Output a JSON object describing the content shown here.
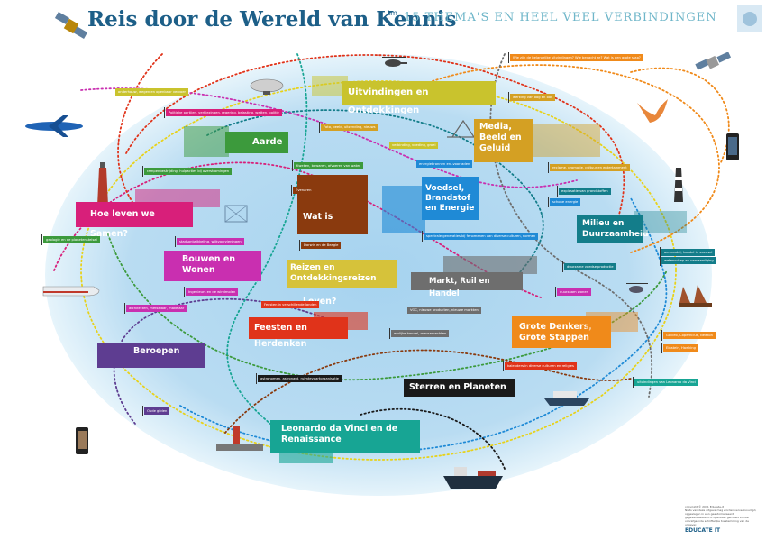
{
  "header": {
    "title": "Reis door de Wereld van Kennis",
    "trademark": "tm",
    "subtitle": "15 THEMA'S EN HEEL VEEL VERBINDINGEN"
  },
  "themes": [
    {
      "label": "Uitvindingen en Ontdekkingen",
      "color": "#c9c32d"
    },
    {
      "label": "Media, Beeld en Geluid",
      "color": "#d4a023"
    },
    {
      "label": "Aarde",
      "color": "#3c9a3c"
    },
    {
      "label": "Hoe leven we Samen?",
      "color": "#d81f7a"
    },
    {
      "label": "Wat is Leven?",
      "color": "#8a3a0e"
    },
    {
      "label": "Voedsel, Brandstof en Energie",
      "color": "#1f8ad6"
    },
    {
      "label": "Milieu en Duurzaamheid",
      "color": "#137d8a"
    },
    {
      "label": "Bouwen en Wonen",
      "color": "#c92fb0"
    },
    {
      "label": "Reizen en Ontdekkingsreizen",
      "color": "#d6c23a"
    },
    {
      "label": "Markt, Ruil en Handel",
      "color": "#6e6e6e"
    },
    {
      "label": "Feesten en Herdenken",
      "color": "#e0331a"
    },
    {
      "label": "Grote Denkers, Grote Stappen",
      "color": "#f08a1a"
    },
    {
      "label": "Beroepen",
      "color": "#5e3d91"
    },
    {
      "label": "Sterren en Planeten",
      "color": "#1a1a1a"
    },
    {
      "label": "Leonardo da Vinci en de Renaissance",
      "color": "#17a594"
    }
  ],
  "links": [
    "Wie zijn de belangrijke uitvindingen? Wie bedacht ze? Wat is een grote stap?",
    "onderhouw, wegen en openbaar vervoer",
    "werking van oog en oor",
    "Politieke partijen, verkiezingen, regering, belasting, wetten, politie",
    "Foto, beeld, uitzending, nieuws",
    "verbinding, voeding, groei",
    "energiebronnen en -voorraden",
    "reclame, promotie, cultuur en entertainment",
    "rampenbestrijding, hulpacties bij overstromingen",
    "Kweken, bewaren, afvoeren van water",
    "Evenaren",
    "explosatie van grondstoffen",
    "schone energie",
    "geologie en de planetenstelsel",
    "stadsontwikkeling, wijkvoorzieningen",
    "Darwin en de Beagle",
    "spectrale generaties bij fenomenen van diverse culturen, normen",
    "oerhandel, handel in voedsel",
    "wetenschap en vervaardiging",
    "Ingenieurs en de windmolen",
    "duurzame voedselproductie",
    "architecten, metselaar, makelaar",
    "Feesten in verschillende landen",
    "duurzaam wonen",
    "VOC, nieuwe producten, nieuwe markten",
    "eerlijke handel, mensenrechten",
    "Galileo, Copernicus, Newton",
    "Einstein, Hawking",
    "kalenders in diverse culturen en religies",
    "astronomen, astronaut, ruimtevaartorganisatie",
    "uitvindingen van Leonardo da Vinci",
    "Oude gilden"
  ],
  "footer": {
    "copyright": "copyright © 2011 Educate-it",
    "note": "Niets van deze uitgave mag worden verveelvoudigd, opgeslagen in een geautomatiseerd gegevensbestand of openbaar gemaakt zonder voorafgaande schriftelijke toestemming van de uitgever.",
    "logo": "EDUCATE IT"
  },
  "colors": {
    "ocean": "#b9dcf2",
    "ocean_edge": "#d8eefa",
    "title": "#1d5f88",
    "subtitle": "#6fb6c9"
  },
  "icons": [
    "satellite-icon",
    "blimp-icon",
    "helicopter-icon",
    "airplane-icon",
    "bird-icon",
    "phone-icon",
    "lighthouse-icon",
    "train-icon",
    "bridge-icon",
    "ship-icon",
    "sailing-ships-icon",
    "tanker-icon"
  ]
}
